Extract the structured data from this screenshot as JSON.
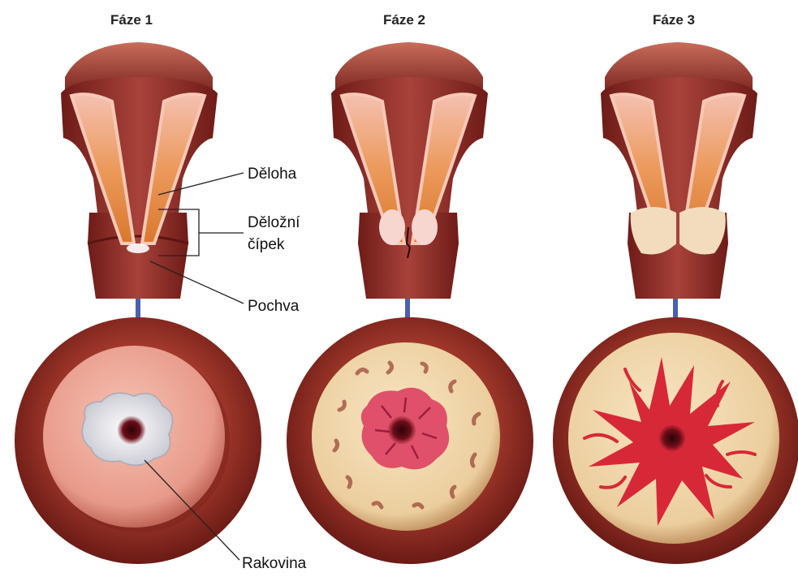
{
  "phases": [
    {
      "title": "Fáze 1"
    },
    {
      "title": "Fáze 2"
    },
    {
      "title": "Fáze 3"
    }
  ],
  "labels": {
    "uterus": "Děloha",
    "cervix_line1": "Děložní",
    "cervix_line2": "čípek",
    "vagina": "Pochva",
    "cancer": "Rakovina"
  },
  "colors": {
    "muscle_dark": "#7a1f1c",
    "muscle": "#a03a30",
    "cavity_pink": "#f2b7a6",
    "cavity_orange": "#e0823c",
    "tissue_cream": "#f1d9b0",
    "lesion_red": "#d42a3c",
    "arrow_blue": "#4a5fb0"
  },
  "icons": {
    "arrow": "down-arrow-icon"
  }
}
